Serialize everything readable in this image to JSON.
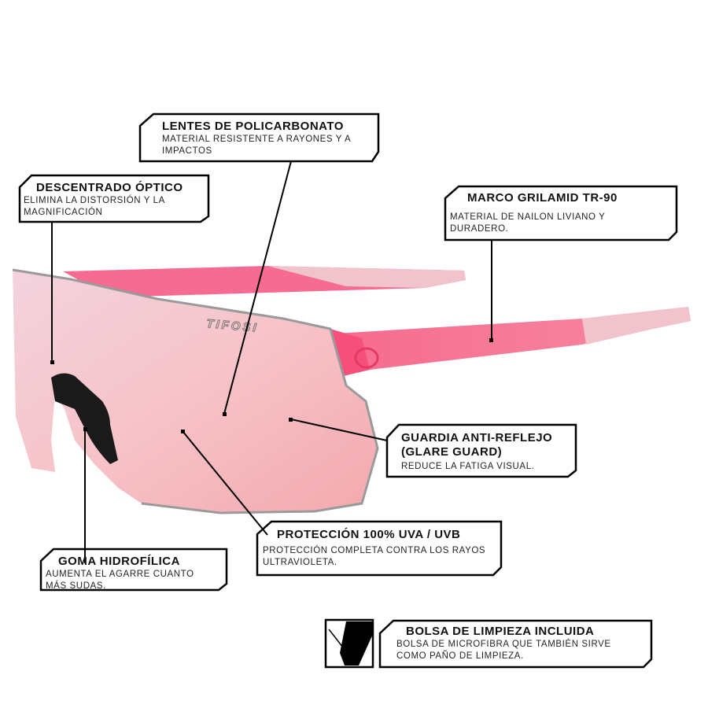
{
  "callouts": {
    "lentes": {
      "title": "LENTES DE POLICARBONATO",
      "desc": "MATERIAL RESISTENTE A RAYONES Y A IMPACTOS"
    },
    "descentrado": {
      "title": "DESCENTRADO ÓPTICO",
      "desc": "ELIMINA LA DISTORSIÓN Y LA MAGNIFICACIÓN"
    },
    "marco": {
      "title": "MARCO GRILAMID TR-90",
      "desc": "MATERIAL DE NAILON LIVIANO Y DURADERO."
    },
    "guardia": {
      "title_line1": "GUARDIA ANTI-REFLEJO",
      "title_line2": "(GLARE GUARD)",
      "desc": "REDUCE LA FATIGA VISUAL."
    },
    "proteccion": {
      "title": "PROTECCIÓN 100% UVA / UVB",
      "desc": "PROTECCIÓN COMPLETA CONTRA LOS RAYOS ULTRAVIOLETA."
    },
    "goma": {
      "title": "GOMA HIDROFÍLICA",
      "desc": "AUMENTA EL AGARRE CUANTO MÁS SUDAS."
    },
    "bolsa": {
      "title": "BOLSA DE LIMPIEZA INCLUIDA",
      "desc": "BOLSA DE MICROFIBRA QUE TAMBIÉN SIRVE COMO PAÑO DE LIMPIEZA."
    }
  },
  "brand": {
    "lens_logo": "TIFOSI"
  },
  "colors": {
    "frame_pink": "#f6577f",
    "lens_pink": "#f7b7bf",
    "temple_light": "#f2c6cc",
    "outline": "#000000"
  },
  "icons": {
    "bag": "cleaning-bag-icon"
  }
}
